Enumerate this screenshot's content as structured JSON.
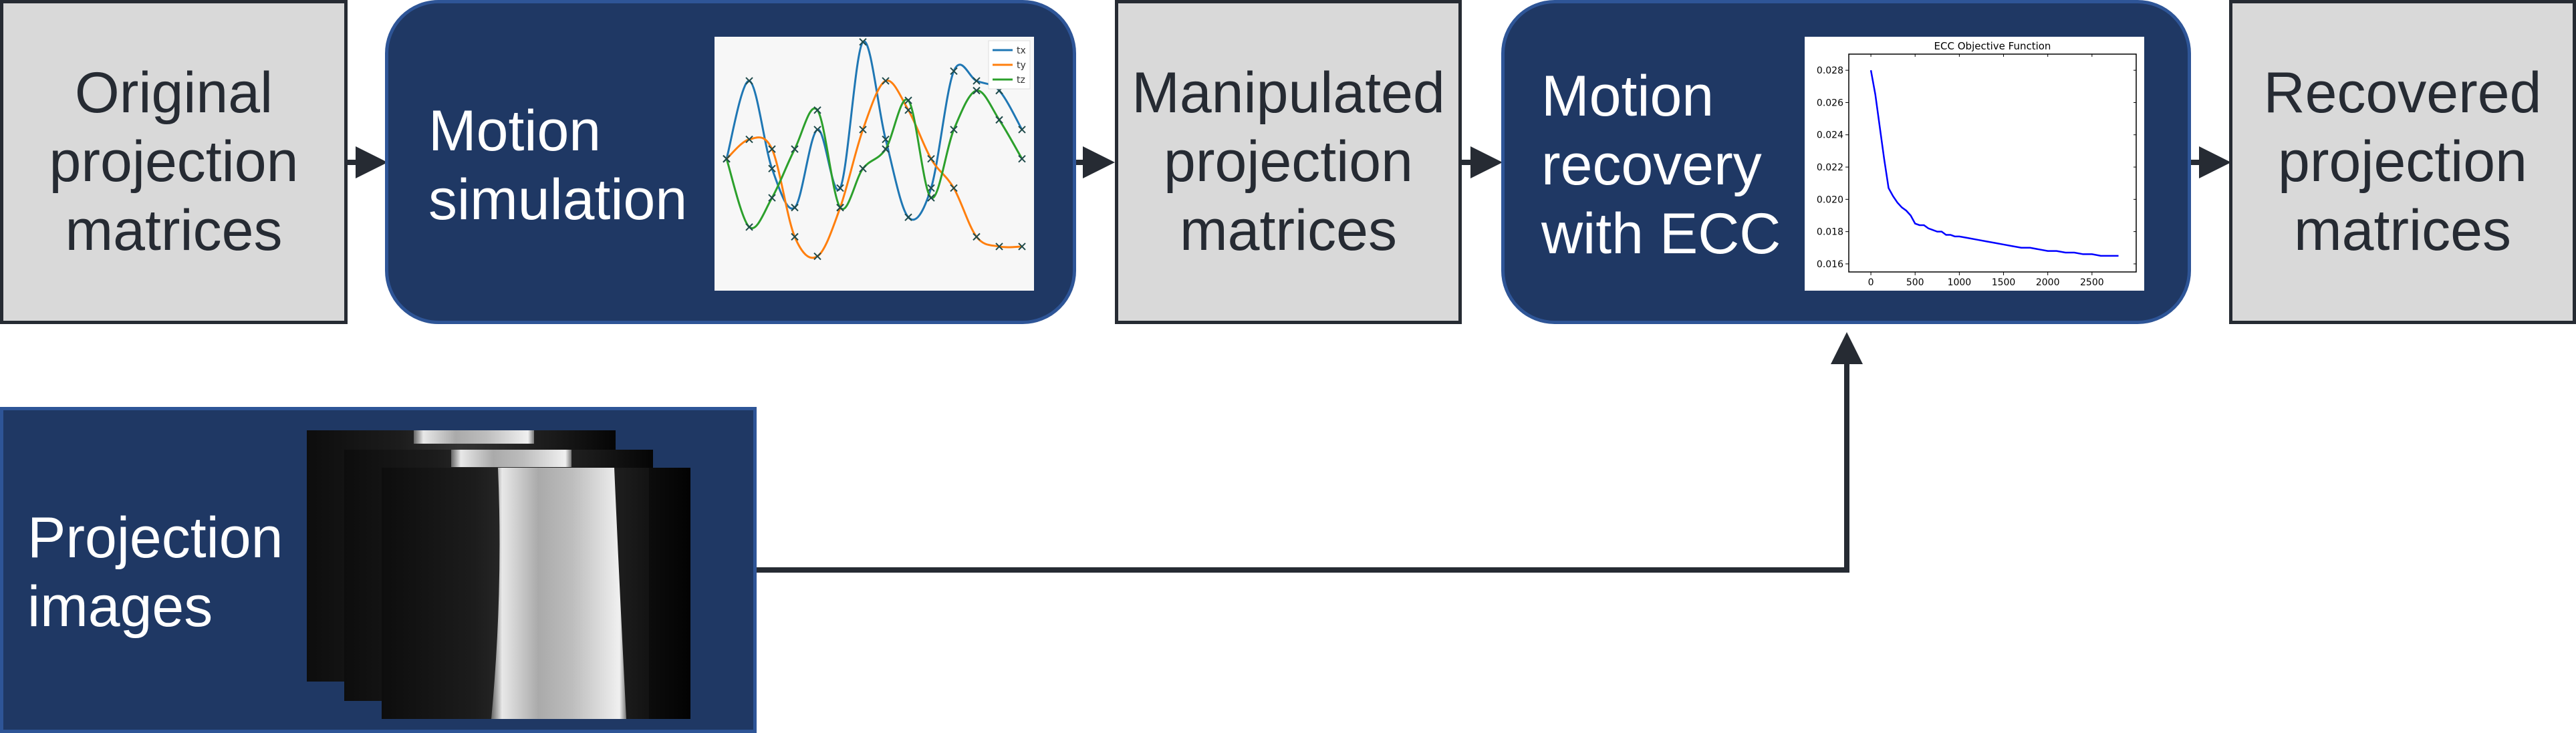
{
  "blocks": {
    "original": "Original\nprojection\nmatrices",
    "motion_sim": "Motion\nsimulation",
    "manipulated": "Manipulated\nprojection\nmatrices",
    "recovery": "Motion\nrecovery\nwith ECC",
    "recovered": "Recovered\nprojection\nmatrices",
    "proj_images": "Projection\nimages"
  },
  "colors": {
    "grey_fill": "#d9d9d9",
    "navy_fill": "#1f3864",
    "navy_border": "#2e5597",
    "arrow": "#262b33",
    "tx": "#1f77b4",
    "ty": "#ff7f0e",
    "tz": "#2ca02c",
    "ecc_line": "#0000ff"
  },
  "chart_data": [
    {
      "type": "line",
      "title": "",
      "xlabel": "",
      "ylabel": "",
      "legend_position": "top-right",
      "x_range": [
        0,
        10
      ],
      "y_range": [
        -1.25,
        1.15
      ],
      "grid": false,
      "series": [
        {
          "name": "tx",
          "markers": [
            [
              0,
              0
            ],
            [
              1,
              0.8
            ],
            [
              2,
              -0.1
            ],
            [
              3,
              -0.5
            ],
            [
              4,
              0.3
            ],
            [
              5,
              -0.3
            ],
            [
              6,
              1.2
            ],
            [
              7,
              0.2
            ],
            [
              8,
              -0.6
            ],
            [
              9,
              -0.3
            ],
            [
              10,
              0.9
            ],
            [
              11,
              0.8
            ],
            [
              12,
              0.7
            ],
            [
              13,
              0.3
            ]
          ]
        },
        {
          "name": "ty",
          "markers": [
            [
              0,
              0
            ],
            [
              1,
              0.2
            ],
            [
              2,
              0.1
            ],
            [
              3,
              -0.8
            ],
            [
              4,
              -1.0
            ],
            [
              5,
              -0.5
            ],
            [
              6,
              0.3
            ],
            [
              7,
              0.8
            ],
            [
              8,
              0.5
            ],
            [
              9,
              0.0
            ],
            [
              10,
              -0.3
            ],
            [
              11,
              -0.8
            ],
            [
              12,
              -0.9
            ],
            [
              13,
              -0.9
            ]
          ]
        },
        {
          "name": "tz",
          "markers": [
            [
              0,
              0
            ],
            [
              1,
              -0.7
            ],
            [
              2,
              -0.4
            ],
            [
              3,
              0.1
            ],
            [
              4,
              0.5
            ],
            [
              5,
              -0.5
            ],
            [
              6,
              -0.1
            ],
            [
              7,
              0.1
            ],
            [
              8,
              0.6
            ],
            [
              9,
              -0.4
            ],
            [
              10,
              0.3
            ],
            [
              11,
              0.7
            ],
            [
              12,
              0.4
            ],
            [
              13,
              0.0
            ]
          ]
        }
      ]
    },
    {
      "type": "line",
      "title": "ECC Objective Function",
      "xlabel": "",
      "ylabel": "",
      "x_ticks": [
        "0",
        "500",
        "1000",
        "1500",
        "2000",
        "2500"
      ],
      "y_ticks": [
        "0.016",
        "0.018",
        "0.020",
        "0.022",
        "0.024",
        "0.026",
        "0.028"
      ],
      "x_range": [
        -250,
        3000
      ],
      "y_range": [
        0.0155,
        0.029
      ],
      "series": [
        {
          "name": "",
          "x": [
            0,
            50,
            100,
            150,
            200,
            250,
            300,
            350,
            400,
            450,
            500,
            550,
            600,
            650,
            700,
            750,
            800,
            850,
            900,
            950,
            1000,
            1100,
            1200,
            1300,
            1400,
            1500,
            1600,
            1700,
            1800,
            1900,
            2000,
            2100,
            2200,
            2300,
            2400,
            2500,
            2600,
            2700,
            2800
          ],
          "y": [
            0.028,
            0.0265,
            0.0245,
            0.0225,
            0.0207,
            0.0202,
            0.0198,
            0.0195,
            0.0193,
            0.019,
            0.0185,
            0.0184,
            0.0184,
            0.0182,
            0.0181,
            0.018,
            0.018,
            0.0178,
            0.0178,
            0.0177,
            0.0177,
            0.0176,
            0.0175,
            0.0174,
            0.0173,
            0.0172,
            0.0171,
            0.017,
            0.017,
            0.0169,
            0.0168,
            0.0168,
            0.0167,
            0.0167,
            0.0166,
            0.0166,
            0.0165,
            0.0165,
            0.0165
          ]
        }
      ]
    }
  ]
}
